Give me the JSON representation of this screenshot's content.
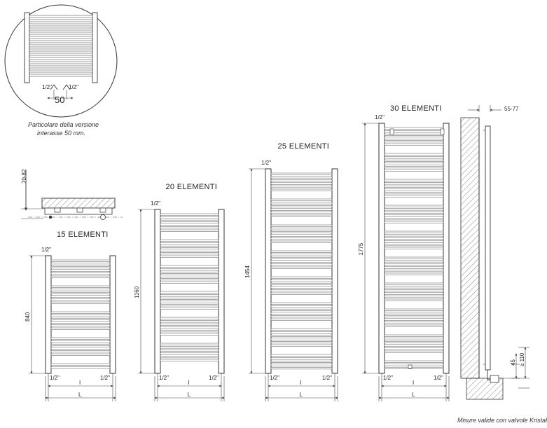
{
  "detail": {
    "label_left": "1/2\"",
    "label_right": "1/2\"",
    "spacing": "50",
    "caption_line1": "Particolare della versione",
    "caption_line2": "interasse 50 mm."
  },
  "side": {
    "depth": "70-82"
  },
  "models": [
    {
      "title": "15 ELEMENTI",
      "height": "840",
      "top_conn": "1/2\"",
      "bottom_left": "1/2\"",
      "bottom_right": "1/2\"",
      "inner": "I",
      "outer": "L"
    },
    {
      "title": "20 ELEMENTI",
      "height": "1160",
      "top_conn": "1/2\"",
      "bottom_left": "1/2\"",
      "bottom_right": "1/2\"",
      "inner": "I",
      "outer": "L"
    },
    {
      "title": "25 ELEMENTI",
      "height": "1454",
      "top_conn": "1/2\"",
      "bottom_left": "1/2\"",
      "bottom_right": "1/2\"",
      "inner": "I",
      "outer": "L"
    },
    {
      "title": "30 ELEMENTI",
      "height": "1775",
      "top_conn": "1/2\"",
      "bottom_left": "1/2\"",
      "bottom_right": "1/2\"",
      "inner": "I",
      "outer": "L"
    }
  ],
  "wall_detail": {
    "wall_gap": "55-77",
    "valve_offset": "45",
    "floor_clearance": "≥ 110"
  },
  "footnote": "Misure valide con valvole Kristal"
}
